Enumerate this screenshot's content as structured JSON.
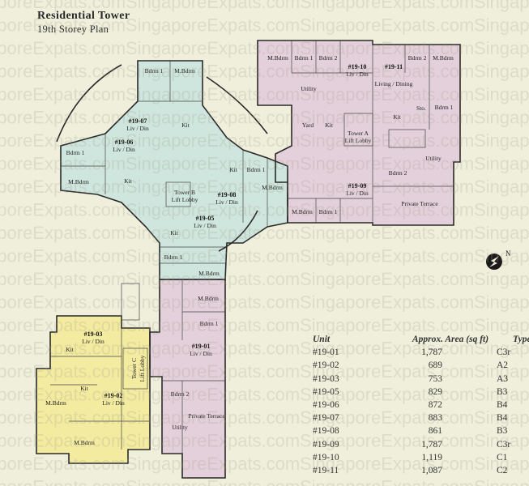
{
  "header": {
    "title": "Residential Tower",
    "subtitle": "19th Storey Plan"
  },
  "watermark": "SingaporeExpats.com",
  "colors": {
    "background": "#efefdc",
    "unit_type_b": "#cfe6de",
    "unit_type_c": "#e4d0da",
    "unit_type_a": "#f3eba0"
  },
  "compass": {
    "label": "N",
    "icon": "north-arrow-icon"
  },
  "plan": {
    "towers": [
      {
        "name": "Tower A",
        "label": "Lift Lobby"
      },
      {
        "name": "Tower B",
        "label": "Lift Lobby"
      },
      {
        "name": "Tower C",
        "label": "Lift Lobby"
      }
    ],
    "units": [
      {
        "id": "#19-07",
        "rooms": [
          "Liv / Din",
          "Bdrm 1",
          "M.Bdrm",
          "Kit"
        ]
      },
      {
        "id": "#19-06",
        "rooms": [
          "Liv / Din",
          "Bdrm 1",
          "M.Bdrm",
          "Kit"
        ]
      },
      {
        "id": "#19-08",
        "rooms": [
          "Liv / Din",
          "Kit",
          "Bdrm 1",
          "M.Bdrm"
        ]
      },
      {
        "id": "#19-05",
        "rooms": [
          "Liv / Din",
          "Kit",
          "Bdrm 1",
          "M.Bdrm"
        ]
      },
      {
        "id": "#19-10",
        "rooms": [
          "Liv / Din",
          "M.Bdrm",
          "Bdrm 1",
          "Bdrm 2",
          "Utility",
          "Kit",
          "Yard"
        ]
      },
      {
        "id": "#19-11",
        "rooms": [
          "Living / Dining",
          "Bdrm 2",
          "M.Bdrm",
          "Bdrm 1",
          "Kit",
          "Sto."
        ]
      },
      {
        "id": "#19-09",
        "rooms": [
          "Liv / Din",
          "M.Bdrm",
          "Bdrm 1",
          "Bdrm 2",
          "Utility",
          "Private Terrace"
        ]
      },
      {
        "id": "#19-01",
        "rooms": [
          "Liv / Din",
          "M.Bdrm",
          "Bdrm 1",
          "Bdrm 2",
          "Utility",
          "Private Terrace"
        ]
      },
      {
        "id": "#19-03",
        "rooms": [
          "Liv / Din",
          "Kit"
        ]
      },
      {
        "id": "#19-02",
        "rooms": [
          "Liv / Din",
          "M.Bdrm",
          "M.Bdrm",
          "Kit"
        ]
      }
    ]
  },
  "table": {
    "headers": [
      "Unit",
      "Approx. Area (sq ft)",
      "Type"
    ],
    "rows": [
      [
        "#19-01",
        "1,787",
        "C3r"
      ],
      [
        "#19-02",
        "689",
        "A2"
      ],
      [
        "#19-03",
        "753",
        "A3"
      ],
      [
        "#19-05",
        "829",
        "B3"
      ],
      [
        "#19-06",
        "872",
        "B4"
      ],
      [
        "#19-07",
        "883",
        "B4"
      ],
      [
        "#19-08",
        "861",
        "B3"
      ],
      [
        "#19-09",
        "1,787",
        "C3r"
      ],
      [
        "#19-10",
        "1,119",
        "C1"
      ],
      [
        "#19-11",
        "1,087",
        "C2"
      ]
    ]
  }
}
